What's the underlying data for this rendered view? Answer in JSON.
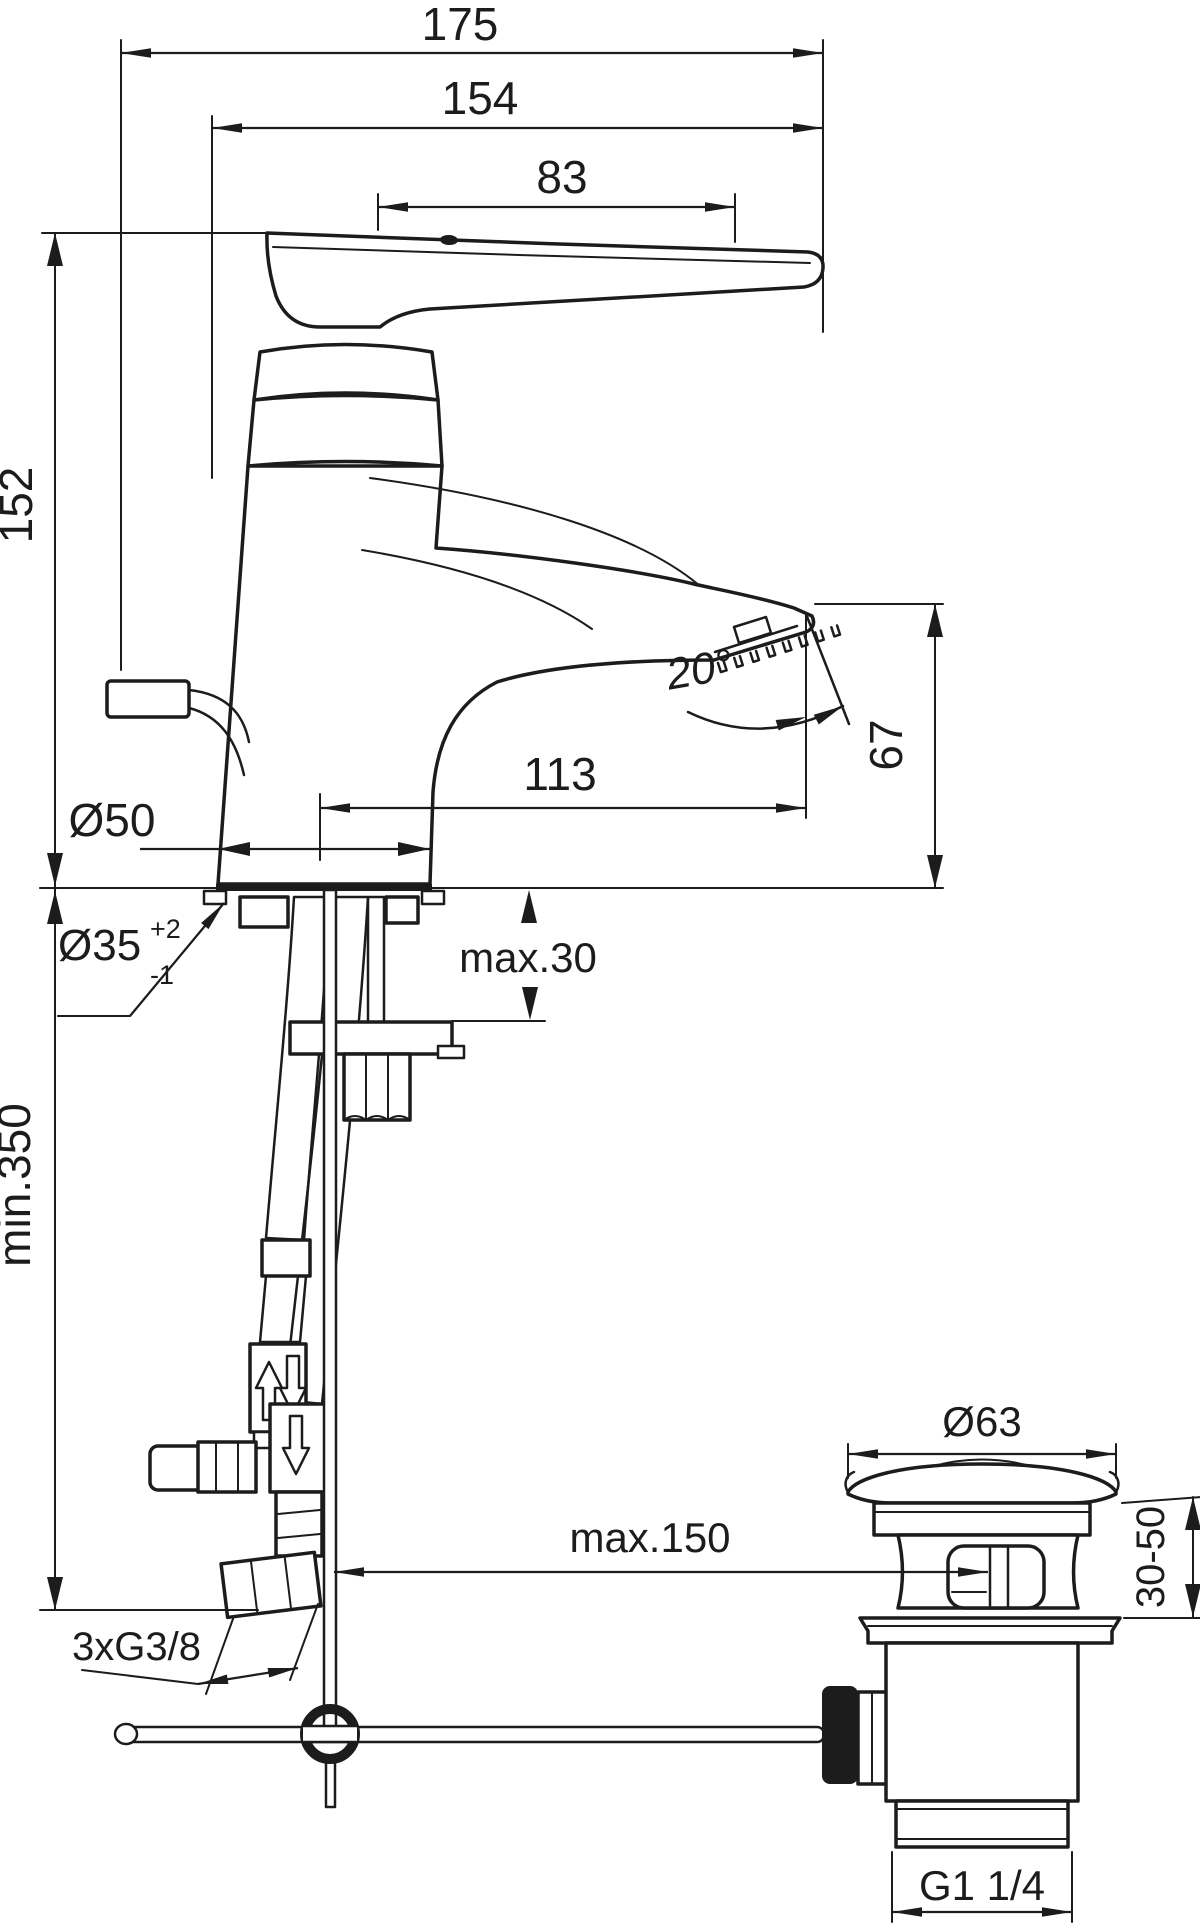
{
  "dims": {
    "total_width": "175",
    "body_width": "154",
    "handle_length": "83",
    "height_to_deck": "152",
    "spout_reach": "113",
    "outlet_height": "67",
    "outlet_angle": "20°",
    "base_dia": "Ø50",
    "hole_dia": "Ø35",
    "hole_tol_up": "+2",
    "hole_tol_down": "-1",
    "deck_max": "max.30",
    "hose_min": "min.350",
    "rod_max": "max.150",
    "supply_thread": "3xG3/8",
    "plug_dia": "Ø63",
    "clamp_range": "30-50",
    "waste_thread": "G1 1/4"
  }
}
